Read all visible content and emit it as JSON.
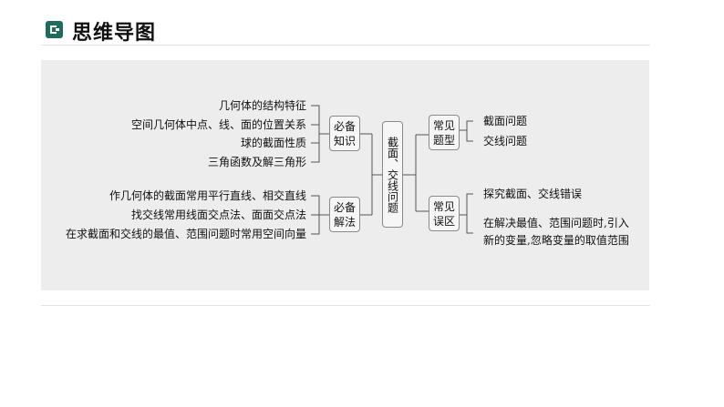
{
  "header": {
    "title": "思维导图"
  },
  "mindmap": {
    "center": "截面、交线问题",
    "left_groups": [
      {
        "title": "必备知识",
        "title_lines": [
          "必备",
          "知识"
        ],
        "items": [
          "几何体的结构特征",
          "空间几何体中点、线、面的位置关系",
          "球的截面性质",
          "三角函数及解三角形"
        ]
      },
      {
        "title": "必备解法",
        "title_lines": [
          "必备",
          "解法"
        ],
        "items": [
          "作几何体的截面常用平行直线、相交直线",
          "找交线常用线面交点法、面面交点法",
          "在求截面和交线的最值、范围问题时常用空间向量"
        ]
      }
    ],
    "right_groups": [
      {
        "title": "常见题型",
        "title_lines": [
          "常见",
          "题型"
        ],
        "items": [
          "截面问题",
          "交线问题"
        ]
      },
      {
        "title": "常见误区",
        "title_lines": [
          "常见",
          "误区"
        ],
        "items": [
          "探究截面、交线错误",
          "在解决最值、范围问题时,引入新的变量,忽略变量的取值范围"
        ],
        "item_lines": [
          [
            "探究截面、交线错误"
          ],
          [
            "在解决最值、范围问题时,引入",
            "新的变量,忽略变量的取值范围"
          ]
        ]
      }
    ]
  }
}
